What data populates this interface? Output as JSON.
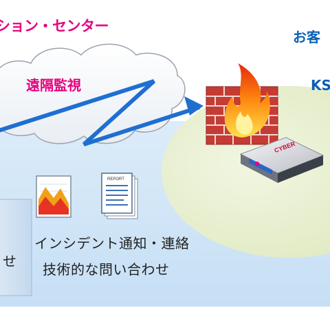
{
  "center_title": "ション・センター",
  "customer_title": "お客",
  "ks_label": "KS",
  "remote_label": "遠隔監視",
  "services": [
    "インシデント通知・連絡",
    "技術的な問い合わせ"
  ],
  "panel_text": "せ",
  "report_doc_label": "REPORT",
  "appliance_brand": "CYBER",
  "colors": {
    "brand_pink": "#e6007e",
    "brand_blue": "#0a5fb4",
    "zone_blue": "#cfe4f7",
    "zone_green": "#e6efcc",
    "arrow_blue": "#1f6fd1"
  }
}
